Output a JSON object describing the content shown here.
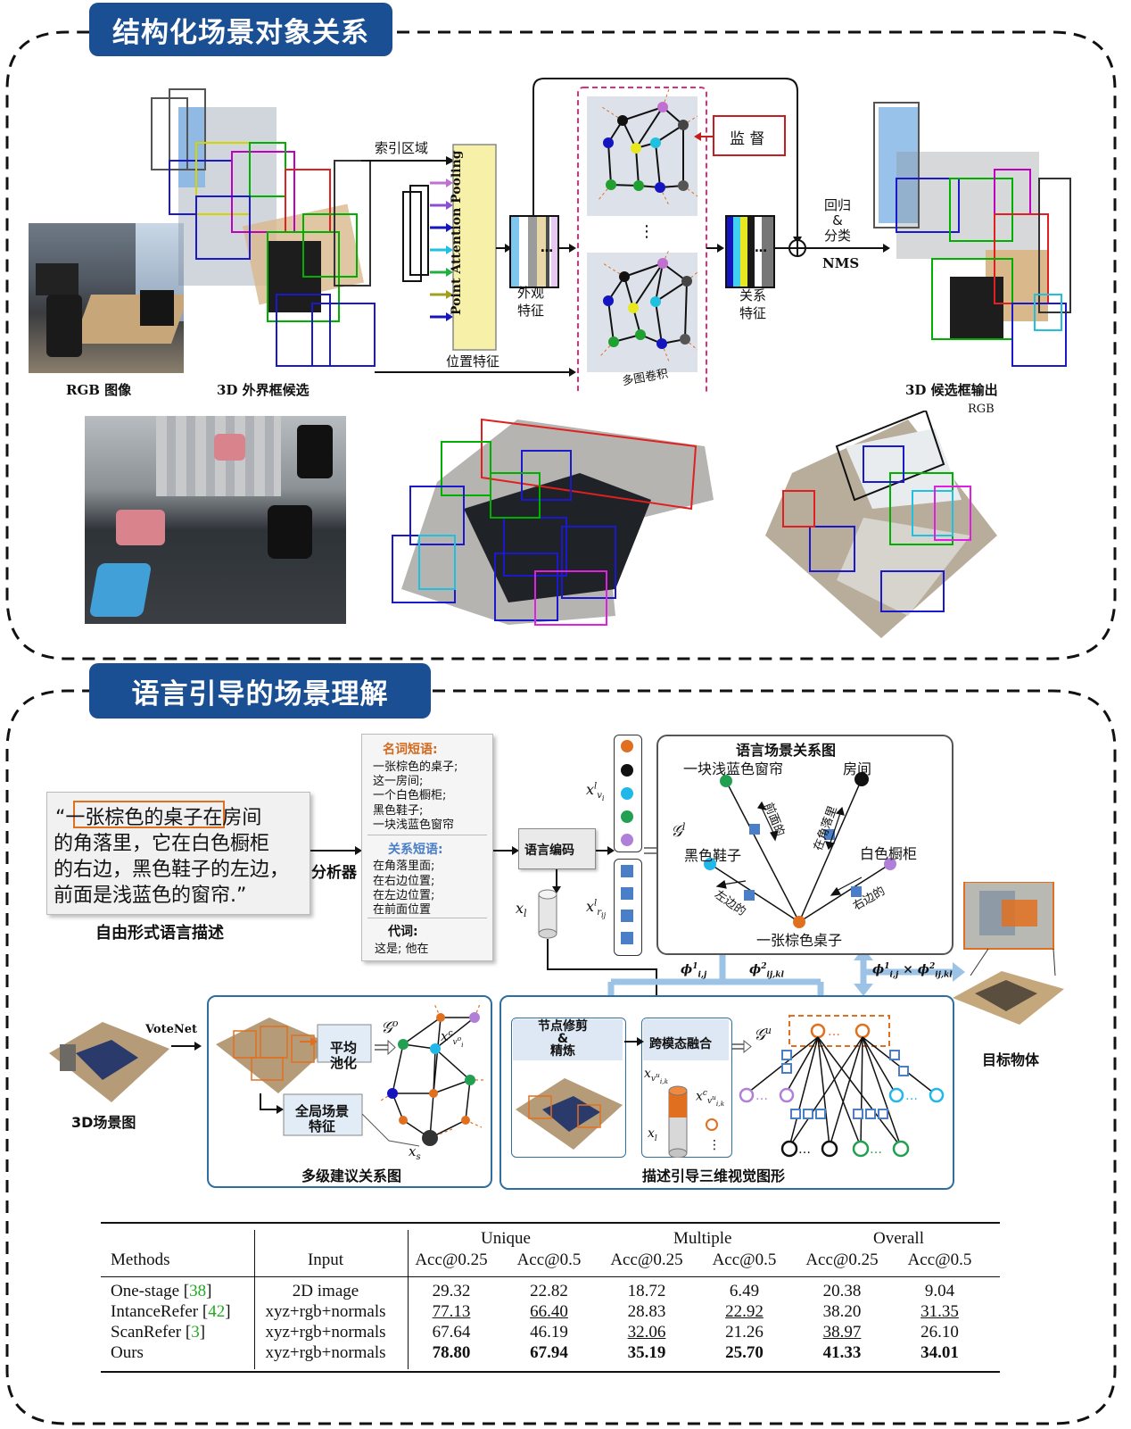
{
  "section1": {
    "title": "结构化场景对象关系",
    "labels": {
      "index_region": "索引区域",
      "pooling": "Point Attention Pooling",
      "appearance": "外观\n特征",
      "supervise": "监 督",
      "relation": "关系\n特征",
      "regress": "回归\n&\n分类",
      "nms": "NMS",
      "position": "位置特征",
      "multigraph": "多图卷积",
      "rgb_image": "RGB 图像",
      "box_candidates": "3D 外界框候选",
      "box_output": "3D 候选框输出",
      "rgb_small": "RGB"
    }
  },
  "section2": {
    "title": "语言引导的场景理解",
    "description": "“一张棕色的桌子在房间的角落里，它在白色橱柜的右边，黑色鞋子的左边，前面是浅蓝色的窗帘.”",
    "description_lines": [
      "“一张棕色的桌子在房间",
      "的角落里，它在白色橱柜",
      "的右边，黑色鞋子的左边，",
      "前面是浅蓝色的窗帘.”"
    ],
    "highlight": "一张棕色的桌子",
    "free_form_label": "自由形式语言描述",
    "parser": "分析器",
    "noun_title": "名词短语:",
    "noun_items": [
      "一张棕色的桌子;",
      "这一房间;",
      "一个白色橱柜;",
      "黑色鞋子;",
      "一块浅蓝色窗帘"
    ],
    "rel_title": "关系短语:",
    "rel_items": [
      "在角落里面;",
      "在右边位置;",
      "在左边位置;",
      "在前面位置"
    ],
    "pron_title": "代词:",
    "pron_items": "这是; 他在",
    "lang_encode": "语言编码",
    "graph_title": "语言场景关系图",
    "nodes": {
      "curtain": "一块浅蓝色窗帘",
      "room": "房间",
      "shoes": "黑色鞋子",
      "cabinet": "白色橱柜",
      "desk": "一张棕色桌子"
    },
    "edges": {
      "front": "前面的",
      "corner": "在角落里",
      "left": "左边的",
      "right": "右边的"
    },
    "target_label": "目标物体",
    "scene3d_label": "3D场景图",
    "votenet": "VoteNet",
    "avg_pool": "平均\n池化",
    "global_feat": "全局场景\n特征",
    "multilevel": "多级建议关系图",
    "node_prune": "节点修剪\n&\n精炼",
    "cross_modal": "跨模态融合",
    "desc_guided": "描述引导三维视觉图形"
  },
  "table": {
    "group_headers": [
      "Unique",
      "Multiple",
      "Overall"
    ],
    "headers": [
      "Methods",
      "Input",
      "Acc@0.25",
      "Acc@0.5",
      "Acc@0.25",
      "Acc@0.5",
      "Acc@0.25",
      "Acc@0.5"
    ],
    "rows": [
      {
        "method": "One-stage",
        "ref": "38",
        "input": "2D image",
        "vals": [
          "29.32",
          "22.82",
          "18.72",
          "6.49",
          "20.38",
          "9.04"
        ]
      },
      {
        "method": "IntanceRefer",
        "ref": "42",
        "input": "xyz+rgb+normals",
        "vals": [
          "77.13",
          "66.40",
          "28.83",
          "22.92",
          "38.20",
          "31.35"
        ]
      },
      {
        "method": "ScanRefer",
        "ref": "3",
        "input": "xyz+rgb+normals",
        "vals": [
          "67.64",
          "46.19",
          "32.06",
          "21.26",
          "38.97",
          "26.10"
        ]
      },
      {
        "method": "Ours",
        "ref": "",
        "input": "xyz+rgb+normals",
        "vals": [
          "78.80",
          "67.94",
          "35.19",
          "25.70",
          "41.33",
          "34.01"
        ]
      }
    ]
  },
  "colors": {
    "badge": "#1b4f93",
    "panel_border": "#2f6f9f",
    "orange": "#e07020",
    "magenta_dash": "#d6337a",
    "highlight_green": "#22aa22"
  }
}
